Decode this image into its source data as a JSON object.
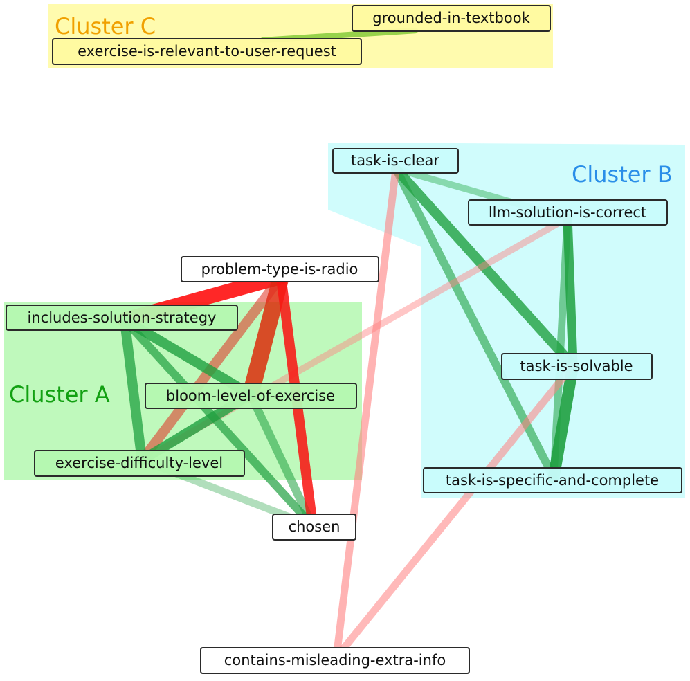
{
  "clusters": [
    {
      "id": "C",
      "label": "Cluster C",
      "color": "#f0a000",
      "fill": "#fffaa0"
    },
    {
      "id": "B",
      "label": "Cluster B",
      "color": "#2a8ee8",
      "fill": "#c8fcfc"
    },
    {
      "id": "A",
      "label": "Cluster A",
      "color": "#12a012",
      "fill": "#b4f8b0"
    }
  ],
  "nodes": [
    {
      "id": "grounded",
      "label": "grounded-in-textbook",
      "cluster": "C"
    },
    {
      "id": "relevant",
      "label": "exercise-is-relevant-to-user-request",
      "cluster": "C"
    },
    {
      "id": "clear",
      "label": "task-is-clear",
      "cluster": "B"
    },
    {
      "id": "llm",
      "label": "llm-solution-is-correct",
      "cluster": "B"
    },
    {
      "id": "solvable",
      "label": "task-is-solvable",
      "cluster": "B"
    },
    {
      "id": "specific",
      "label": "task-is-specific-and-complete",
      "cluster": "B"
    },
    {
      "id": "radio",
      "label": "problem-type-is-radio",
      "cluster": null
    },
    {
      "id": "strategy",
      "label": "includes-solution-strategy",
      "cluster": "A"
    },
    {
      "id": "bloom",
      "label": "bloom-level-of-exercise",
      "cluster": "A"
    },
    {
      "id": "difficulty",
      "label": "exercise-difficulty-level",
      "cluster": "A"
    },
    {
      "id": "chosen",
      "label": "chosen",
      "cluster": null
    },
    {
      "id": "misleading",
      "label": "contains-misleading-extra-info",
      "cluster": null
    }
  ],
  "edges": [
    {
      "from": "relevant",
      "to": "grounded",
      "color": "#7dc832",
      "opacity": 0.8,
      "weight": 0.7
    },
    {
      "from": "clear",
      "to": "llm",
      "color": "#2eb050",
      "opacity": 0.45,
      "weight": 0.8
    },
    {
      "from": "clear",
      "to": "solvable",
      "color": "#1fa040",
      "opacity": 0.8,
      "weight": 1.2
    },
    {
      "from": "clear",
      "to": "specific",
      "color": "#1fa040",
      "opacity": 0.6,
      "weight": 1.0
    },
    {
      "from": "clear",
      "to": "misleading",
      "color": "#ff8080",
      "opacity": 0.6,
      "weight": 0.9
    },
    {
      "from": "llm",
      "to": "solvable",
      "color": "#1fa040",
      "opacity": 0.85,
      "weight": 1.1
    },
    {
      "from": "llm",
      "to": "specific",
      "color": "#1fa040",
      "opacity": 0.55,
      "weight": 0.9
    },
    {
      "from": "llm",
      "to": "difficulty",
      "color": "#ff8080",
      "opacity": 0.45,
      "weight": 0.8
    },
    {
      "from": "solvable",
      "to": "specific",
      "color": "#1fa040",
      "opacity": 0.9,
      "weight": 1.4
    },
    {
      "from": "solvable",
      "to": "misleading",
      "color": "#ff8080",
      "opacity": 0.55,
      "weight": 0.9
    },
    {
      "from": "radio",
      "to": "strategy",
      "color": "#ff1010",
      "opacity": 0.9,
      "weight": 1.8
    },
    {
      "from": "radio",
      "to": "bloom",
      "color": "#dd2000",
      "opacity": 0.8,
      "weight": 2.0
    },
    {
      "from": "radio",
      "to": "difficulty",
      "color": "#e03020",
      "opacity": 0.55,
      "weight": 1.2
    },
    {
      "from": "radio",
      "to": "chosen",
      "color": "#e03020",
      "opacity": 0.55,
      "weight": 1.2
    },
    {
      "from": "strategy",
      "to": "bloom",
      "color": "#1fa040",
      "opacity": 0.8,
      "weight": 1.2
    },
    {
      "from": "strategy",
      "to": "difficulty",
      "color": "#1fa040",
      "opacity": 0.75,
      "weight": 1.2
    },
    {
      "from": "strategy",
      "to": "chosen",
      "color": "#1fa040",
      "opacity": 0.7,
      "weight": 1.0
    },
    {
      "from": "bloom",
      "to": "difficulty",
      "color": "#1fa040",
      "opacity": 0.8,
      "weight": 1.2
    },
    {
      "from": "bloom",
      "to": "chosen",
      "color": "#1fa040",
      "opacity": 0.55,
      "weight": 1.0
    },
    {
      "from": "difficulty",
      "to": "chosen",
      "color": "#1fa040",
      "opacity": 0.35,
      "weight": 0.9
    },
    {
      "from": "radio",
      "to": "chosen",
      "color": "#ff1010",
      "opacity": 0.7,
      "weight": 1.2
    }
  ]
}
